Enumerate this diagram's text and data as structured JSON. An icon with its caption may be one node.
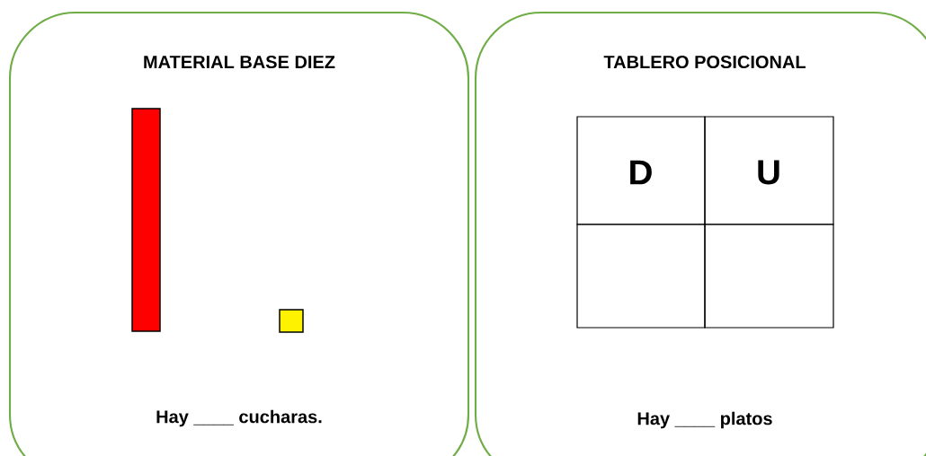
{
  "diagram": {
    "nodes": [
      {
        "text": [
          "MATERIAL BASE DIEZ",
          "Hay ____ cucharas."
        ]
      },
      {
        "text": [
          "TABLERO POSICIONAL",
          "Hay ____ platos"
        ]
      }
    ],
    "labels": [
      "D",
      "U"
    ]
  }
}
